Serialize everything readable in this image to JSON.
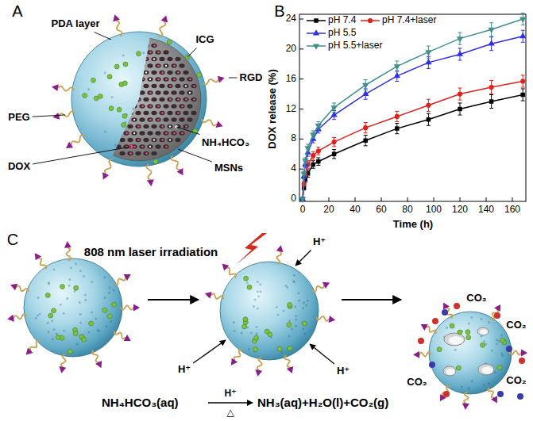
{
  "diagram": {
    "labels": [
      "A",
      "PDA layer",
      "ICG",
      "RGD",
      "PEG",
      "NH₄HCO₃",
      "DOX",
      "MSNs",
      "B",
      "0",
      "4",
      "8",
      "12",
      "16",
      "20",
      "24",
      "0",
      "20",
      "40",
      "60",
      "80",
      "100",
      "120",
      "140",
      "160",
      "DOX release (%)",
      "Time (h)",
      "C",
      "808 nm laser irradiation",
      "H⁺",
      "H⁺",
      "H⁺",
      "CO₂",
      "CO₂",
      "CO₂",
      "CO₂",
      "NH₄HCO₃(aq)",
      "H⁺",
      "△",
      "NH₃(aq)+H₂O(l)+CO₂(g)"
    ],
    "legend": [
      {
        "text": "pH 7.4"
      },
      {
        "text": "pH 7.4+laser"
      },
      {
        "text": "pH 5.5"
      },
      {
        "text": "pH 5.5+laser"
      }
    ]
  }
}
